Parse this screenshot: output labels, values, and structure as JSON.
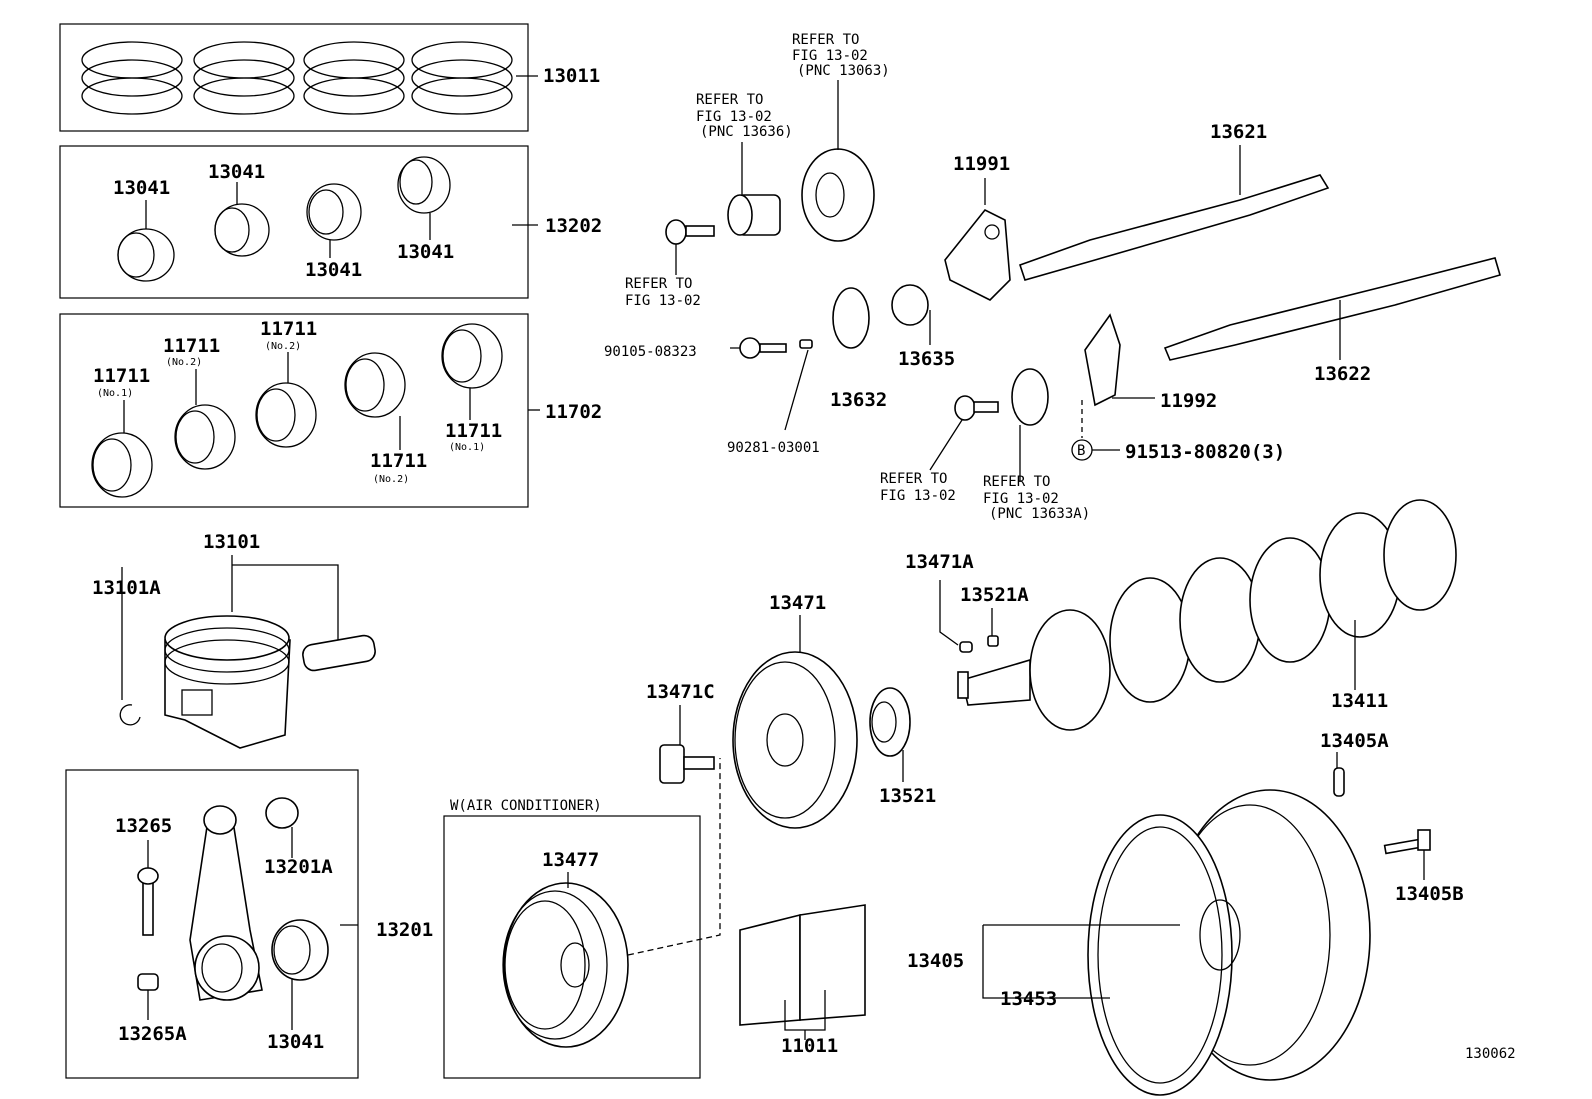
{
  "figure_number": "130062",
  "labels": {
    "piston_rings": "13011",
    "conrod_bearing_set": "13202",
    "conrod_bearing_a": "13041",
    "conrod_bearing_b": "13041",
    "conrod_bearing_c": "13041",
    "conrod_bearing_d": "13041",
    "main_bearing_set": "11702",
    "main_bearing": "11711",
    "no1": "(No.1)",
    "no2": "(No.2)",
    "piston": "13101",
    "snap_ring": "13101A",
    "conrod_bolt": "13265",
    "conrod_bushing": "13201A",
    "conrod_assy": "13201",
    "conrod_nut": "13265A",
    "conrod_bearing_e": "13041",
    "ac_option": "W(AIR CONDITIONER)",
    "ac_pulley": "13477",
    "thrust_washer": "11011",
    "pulley_bolt": "13471C",
    "crank_pulley": "13471",
    "crank_gear": "13521",
    "key_a": "13471A",
    "key_b": "13521A",
    "crankshaft": "13411",
    "pin": "13405A",
    "flywheel_bolt": "13405B",
    "flywheel": "13405",
    "ring_gear": "13453",
    "camshaft_1": "13621",
    "camshaft_2": "13622",
    "plate_1": "11991",
    "plate_2": "11992",
    "spacer": "13635",
    "cam_gear": "13632",
    "bolt_1": "90105-08323",
    "cam_key": "90281-03001",
    "screw_ref": "B",
    "screw": "91513-80820(3)"
  },
  "references": {
    "ref_13063": {
      "line1": "REFER TO",
      "line2": "FIG 13-02",
      "line3": "(PNC 13063)"
    },
    "ref_13636": {
      "line1": "REFER TO",
      "line2": "FIG 13-02",
      "line3": "(PNC 13636)"
    },
    "ref_bolt_top": {
      "line1": "REFER TO",
      "line2": "FIG 13-02"
    },
    "ref_bolt_low": {
      "line1": "REFER TO",
      "line2": "FIG 13-02"
    },
    "ref_13633A": {
      "line1": "REFER TO",
      "line2": "FIG 13-02",
      "line3": "(PNC 13633A)"
    }
  }
}
